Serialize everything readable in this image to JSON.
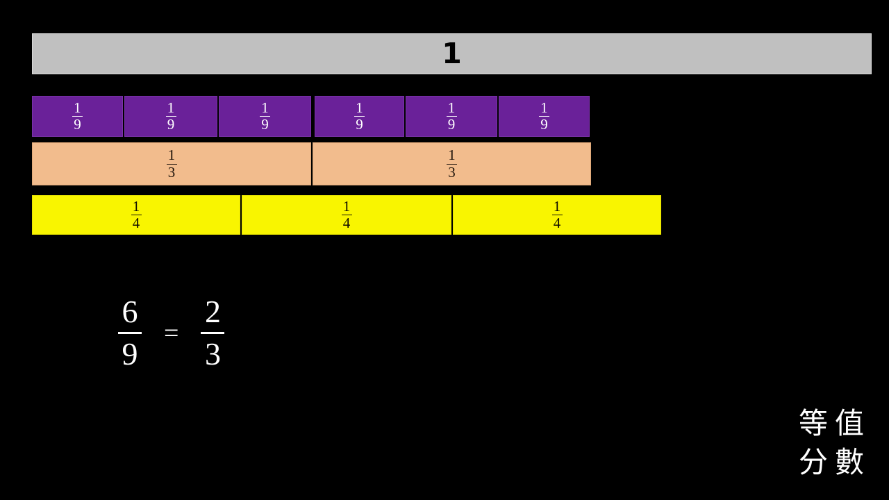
{
  "background_color": "#000000",
  "whole": {
    "label": "1",
    "color": "#c0c0c0",
    "text_color": "#000000"
  },
  "rows": [
    {
      "name": "ninths",
      "color": "#6a2199",
      "text_color": "#ffffff",
      "count": 6,
      "numerator": "1",
      "denominator": "9",
      "cells": [
        {
          "numerator": "1",
          "denominator": "9"
        },
        {
          "numerator": "1",
          "denominator": "9"
        },
        {
          "numerator": "1",
          "denominator": "9"
        },
        {
          "numerator": "1",
          "denominator": "9"
        },
        {
          "numerator": "1",
          "denominator": "9"
        },
        {
          "numerator": "1",
          "denominator": "9"
        }
      ]
    },
    {
      "name": "thirds",
      "color": "#f2bc8d",
      "text_color": "#1a1008",
      "count": 2,
      "numerator": "1",
      "denominator": "3",
      "cells": [
        {
          "numerator": "1",
          "denominator": "3"
        },
        {
          "numerator": "1",
          "denominator": "3"
        }
      ]
    },
    {
      "name": "quarters",
      "color": "#f9f500",
      "text_color": "#120f00",
      "count": 3,
      "numerator": "1",
      "denominator": "4",
      "cells": [
        {
          "numerator": "1",
          "denominator": "4"
        },
        {
          "numerator": "1",
          "denominator": "4"
        },
        {
          "numerator": "1",
          "denominator": "4"
        }
      ]
    }
  ],
  "equation": {
    "left": {
      "numerator": "6",
      "denominator": "9"
    },
    "operator": "=",
    "right": {
      "numerator": "2",
      "denominator": "3"
    },
    "text_color": "#ffffff"
  },
  "caption": {
    "line1": "等值",
    "line2": "分數",
    "text_color": "#ffffff"
  }
}
